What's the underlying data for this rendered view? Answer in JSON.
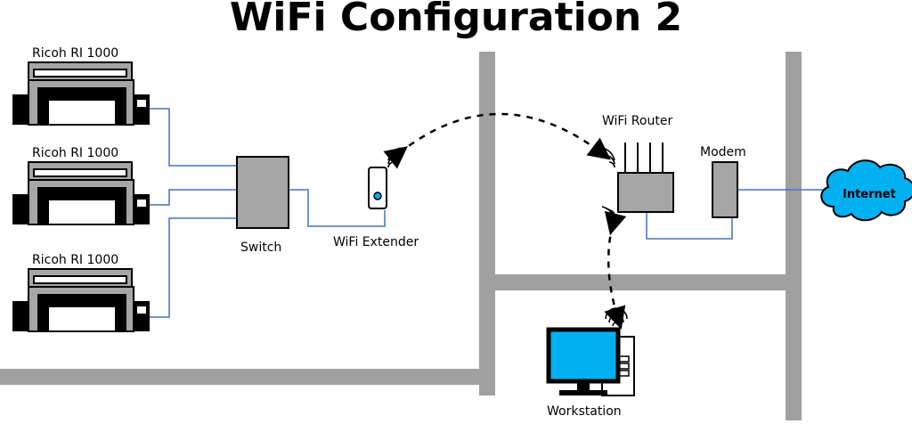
{
  "title": "WiFi Configuration 2",
  "printers": [
    {
      "label": "Ricoh RI 1000"
    },
    {
      "label": "Ricoh RI 1000"
    },
    {
      "label": "Ricoh RI 1000"
    }
  ],
  "switch": {
    "label": "Switch"
  },
  "extender": {
    "label": "WiFi Extender"
  },
  "router": {
    "label": "WiFi Router"
  },
  "modem": {
    "label": "Modem"
  },
  "internet": {
    "label": "Internet"
  },
  "workstation": {
    "label": "Workstation"
  },
  "colors": {
    "wall": "#a0a0a0",
    "cable": "#4472c4",
    "device_gray": "#a6a6a6",
    "screen": "#00b0f0",
    "cloud": "#00b0f0",
    "outline": "#000000"
  },
  "icons": [
    "printer-icon",
    "switch-icon",
    "wifi-extender-icon",
    "wifi-router-icon",
    "modem-icon",
    "cloud-icon",
    "workstation-icon",
    "wifi-signal-icon"
  ]
}
